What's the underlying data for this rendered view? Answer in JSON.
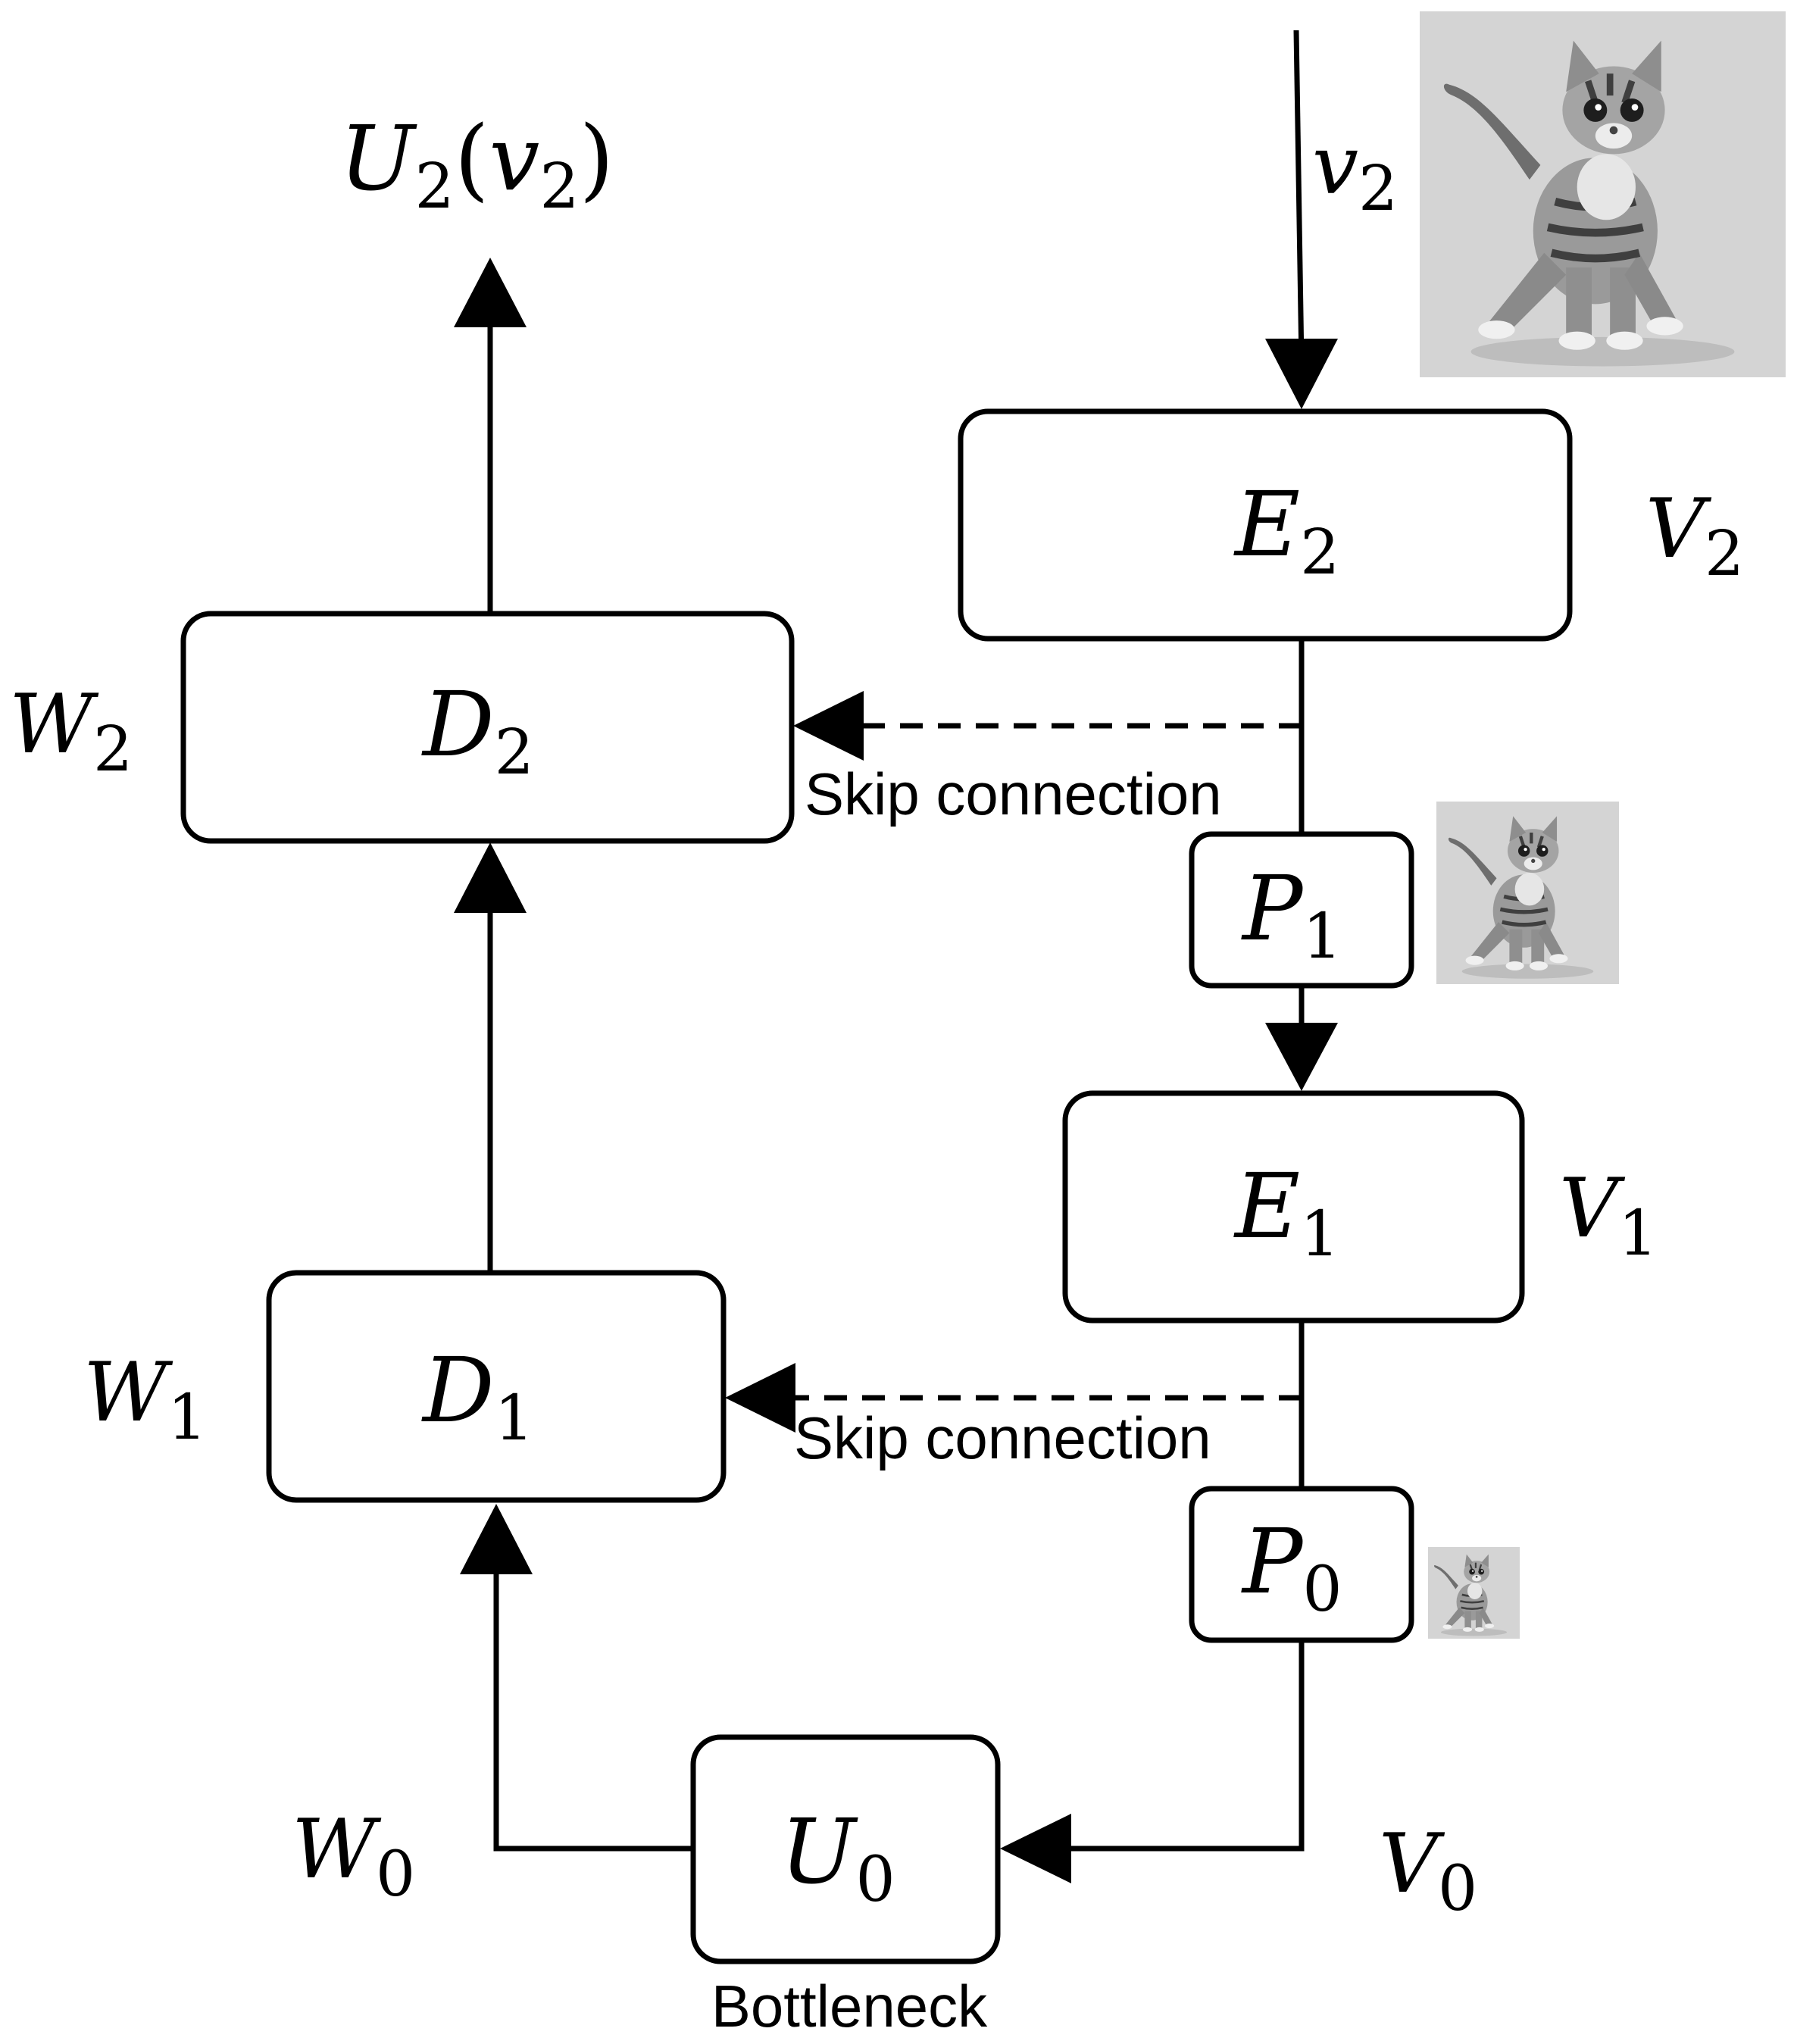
{
  "diagram": {
    "output_label": {
      "base": "U",
      "sub": "2",
      "arg": "v",
      "arg_sub": "2"
    },
    "input_label": {
      "base": "v",
      "sub": "2"
    },
    "blocks": {
      "E2": {
        "base": "E",
        "sub": "2"
      },
      "E1": {
        "base": "E",
        "sub": "1"
      },
      "P1": {
        "base": "P",
        "sub": "1"
      },
      "P0": {
        "base": "P",
        "sub": "0"
      },
      "D2": {
        "base": "D",
        "sub": "2"
      },
      "D1": {
        "base": "D",
        "sub": "1"
      },
      "U0": {
        "base": "U",
        "sub": "0"
      }
    },
    "side_labels": {
      "V2": {
        "base": "V",
        "sub": "2"
      },
      "V1": {
        "base": "V",
        "sub": "1"
      },
      "V0": {
        "base": "V",
        "sub": "0"
      },
      "W2": {
        "base": "W",
        "sub": "2"
      },
      "W1": {
        "base": "W",
        "sub": "1"
      },
      "W0": {
        "base": "W",
        "sub": "0"
      }
    },
    "skip_label_1": "Skip connection",
    "skip_label_2": "Skip connection",
    "bottleneck_label": "Bottleneck",
    "images": [
      "kitten-photo-large",
      "kitten-photo-medium",
      "kitten-photo-small"
    ]
  }
}
